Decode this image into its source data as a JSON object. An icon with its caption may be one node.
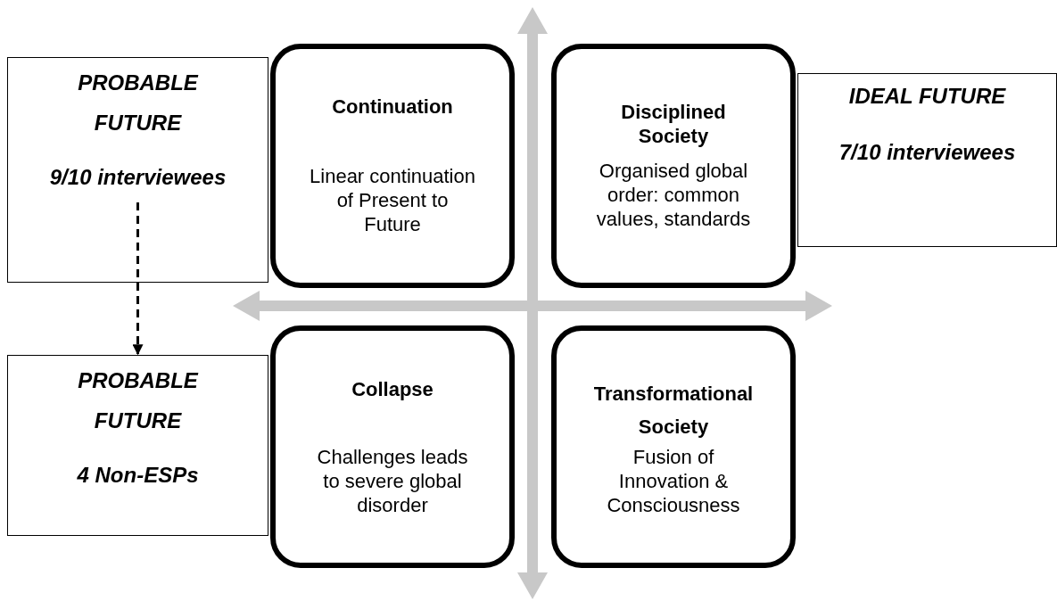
{
  "diagram": {
    "nodes": [
      {
        "text": [
          "PROBABLE FUTURE",
          "9/10 interviewees"
        ]
      },
      {
        "text": [
          "Continuation",
          "Linear continuation of Present to Future"
        ]
      },
      {
        "text": [
          "Disciplined Society",
          "Organised global order: common values, standards"
        ]
      },
      {
        "text": [
          "IDEAL FUTURE",
          "7/10 interviewees"
        ]
      },
      {
        "text": [
          "PROBABLE FUTURE",
          "4 Non-ESPs"
        ]
      },
      {
        "text": [
          "Collapse",
          "Challenges leads to severe global disorder"
        ]
      },
      {
        "text": [
          "Transformational Society",
          "Fusion of Innovation & Consciousness"
        ]
      }
    ],
    "edges": [
      {
        "from": 0,
        "to": 4,
        "arrow": "to",
        "style": "dashed"
      }
    ]
  }
}
